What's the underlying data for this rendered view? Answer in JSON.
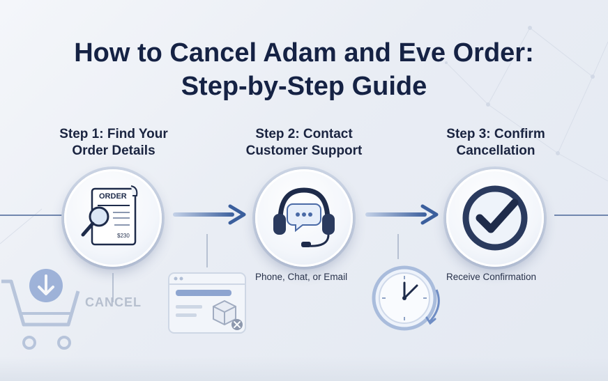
{
  "title": {
    "line1": "How to Cancel Adam and Eve Order:",
    "line2": "Step-by-Step Guide"
  },
  "steps": [
    {
      "label_line1": "Step 1: Find Your",
      "label_line2": "Order Details",
      "icon": "order-receipt-magnifier-icon",
      "receipt_title": "ORDER",
      "receipt_amount": "$230"
    },
    {
      "label_line1": "Step 2: Contact",
      "label_line2": "Customer Support",
      "icon": "headset-chat-icon",
      "caption": "Phone, Chat, or Email"
    },
    {
      "label_line1": "Step 3: Confirm",
      "label_line2": "Cancellation",
      "icon": "checkmark-icon",
      "caption": "Receive Confirmation"
    }
  ],
  "decorations": {
    "cancel_label": "CANCEL",
    "cart_icon": "shopping-cart-download-icon",
    "browser_icon": "browser-package-cancel-icon",
    "clock_icon": "clock-icon"
  },
  "colors": {
    "title": "#152244",
    "accent": "#3a5f9c",
    "connector": "#6f86b0"
  }
}
